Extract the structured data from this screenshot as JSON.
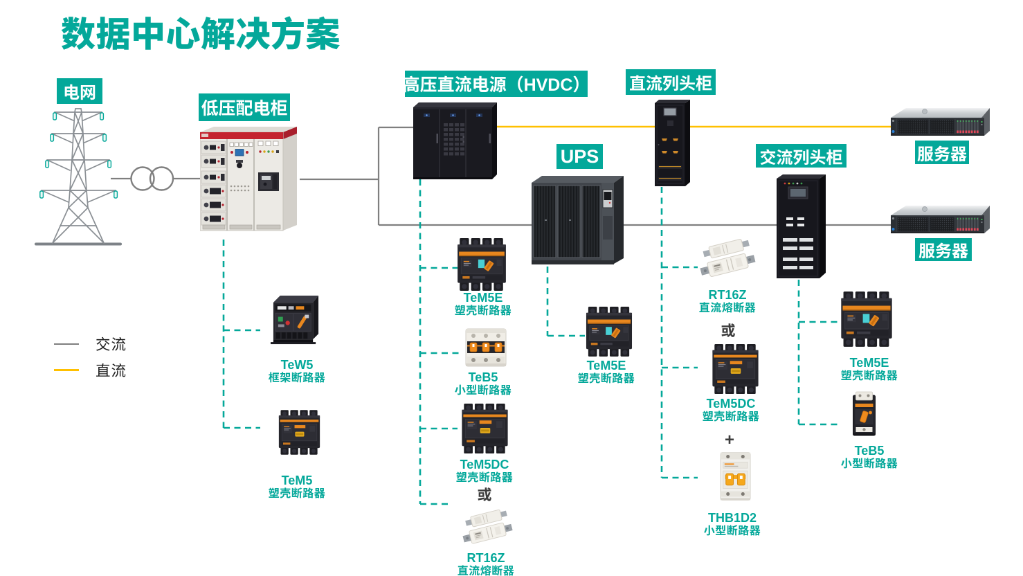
{
  "title": "数据中心解决方案",
  "colors": {
    "accent": "#04a89a",
    "dc_line": "#ffc000",
    "ac_line": "#7f7f7f",
    "label_text": "#ffffff",
    "dark_text": "#3d3d3d"
  },
  "legend": {
    "items": [
      {
        "label": "交流",
        "line": "ac"
      },
      {
        "label": "直流",
        "line": "dc"
      }
    ]
  },
  "nodes": {
    "grid": "电网",
    "lv_panel": "低压配电柜",
    "hvdc": "高压直流电源（HVDC）",
    "dc_row": "直流列头柜",
    "ups": "UPS",
    "ac_row": "交流列头柜",
    "server_top": "服务器",
    "server_bottom": "服务器"
  },
  "connector_words": {
    "or_hvdc": "或",
    "or_dc": "或",
    "plus_dc": "+"
  },
  "products": [
    {
      "id": "tew5",
      "name": "TeW5",
      "desc": "框架断路器"
    },
    {
      "id": "tem5",
      "name": "TeM5",
      "desc": "塑壳断路器"
    },
    {
      "id": "tem5e-hvdc",
      "name": "TeM5E",
      "desc": "塑壳断路器"
    },
    {
      "id": "teb5-hvdc",
      "name": "TeB5",
      "desc": "小型断路器"
    },
    {
      "id": "tem5dc-hvdc",
      "name": "TeM5DC",
      "desc": "塑壳断路器"
    },
    {
      "id": "rt16z-hvdc",
      "name": "RT16Z",
      "desc": "直流熔断器"
    },
    {
      "id": "tem5e-ups",
      "name": "TeM5E",
      "desc": "塑壳断路器"
    },
    {
      "id": "rt16z-dc",
      "name": "RT16Z",
      "desc": "直流熔断器"
    },
    {
      "id": "tem5dc-dc",
      "name": "TeM5DC",
      "desc": "塑壳断路器"
    },
    {
      "id": "thb1d2",
      "name": "THB1D2",
      "desc": "小型断路器"
    },
    {
      "id": "tem5e-ac",
      "name": "TeM5E",
      "desc": "塑壳断路器"
    },
    {
      "id": "teb5-ac",
      "name": "TeB5",
      "desc": "小型断路器"
    }
  ]
}
